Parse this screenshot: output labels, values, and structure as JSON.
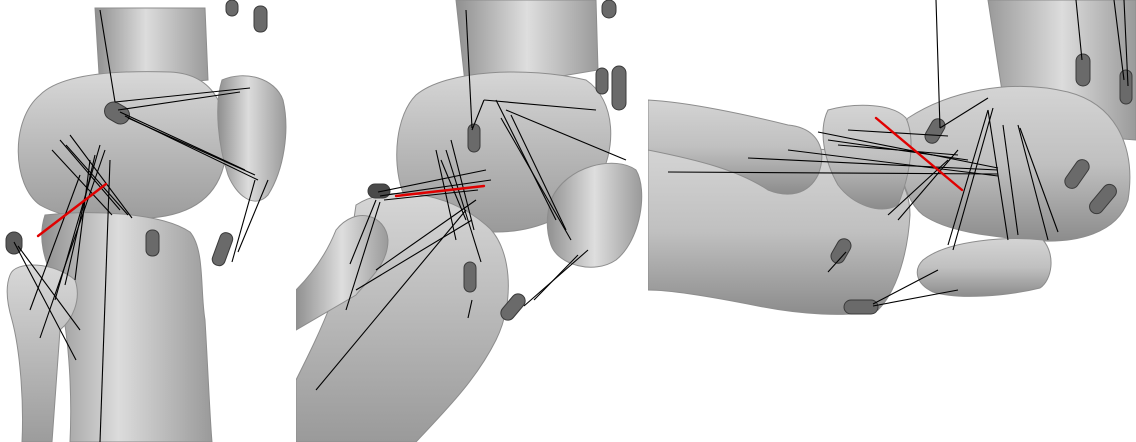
{
  "views": [
    {
      "id": "view-1",
      "view": "anterior-oblique"
    },
    {
      "id": "view-2",
      "view": "oblique"
    },
    {
      "id": "view-3",
      "view": "lateral"
    }
  ],
  "colors": {
    "background": "#ffffff",
    "bone_light": "#d9d9d9",
    "bone_mid": "#b9b9b9",
    "bone_dark": "#8f8f8f",
    "ligament_fiber": "#000000",
    "highlight_fiber": "#e00000",
    "marker": "#6a6a6a"
  }
}
